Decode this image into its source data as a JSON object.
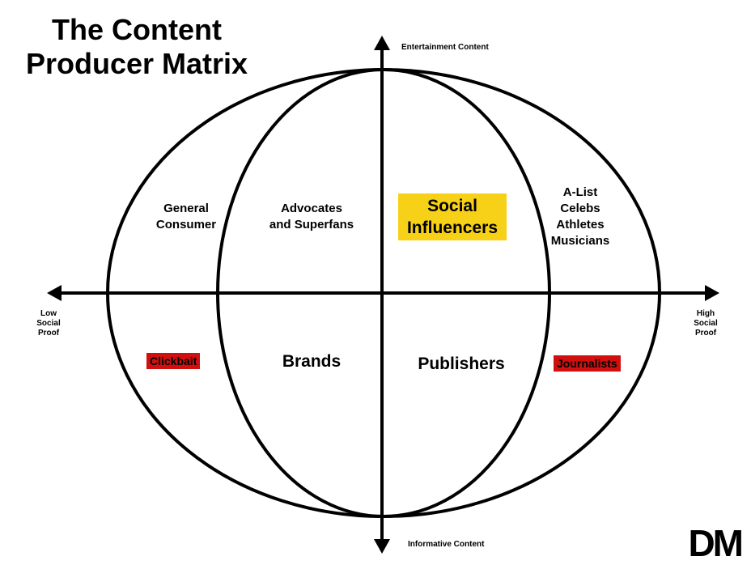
{
  "title": {
    "line1": "The Content",
    "line2": "Producer Matrix"
  },
  "axes": {
    "top": "Entertainment Content",
    "bottom": "Informative Content",
    "left": [
      "Low",
      "Social",
      "Proof"
    ],
    "right": [
      "High",
      "Social",
      "Proof"
    ]
  },
  "regions": {
    "general_consumer": [
      "General",
      "Consumer"
    ],
    "advocates": [
      "Advocates",
      "and Superfans"
    ],
    "social_influencers": [
      "Social",
      "Influencers"
    ],
    "a_list": [
      "A-List",
      "Celebs",
      "Athletes",
      "Musicians"
    ],
    "clickbait": "Clickbait",
    "brands": "Brands",
    "publishers": "Publishers",
    "journalists": "Journalists"
  },
  "colors": {
    "highlight_yellow": "#f7d117",
    "tag_red": "#d20f0f"
  },
  "logo": "DM"
}
